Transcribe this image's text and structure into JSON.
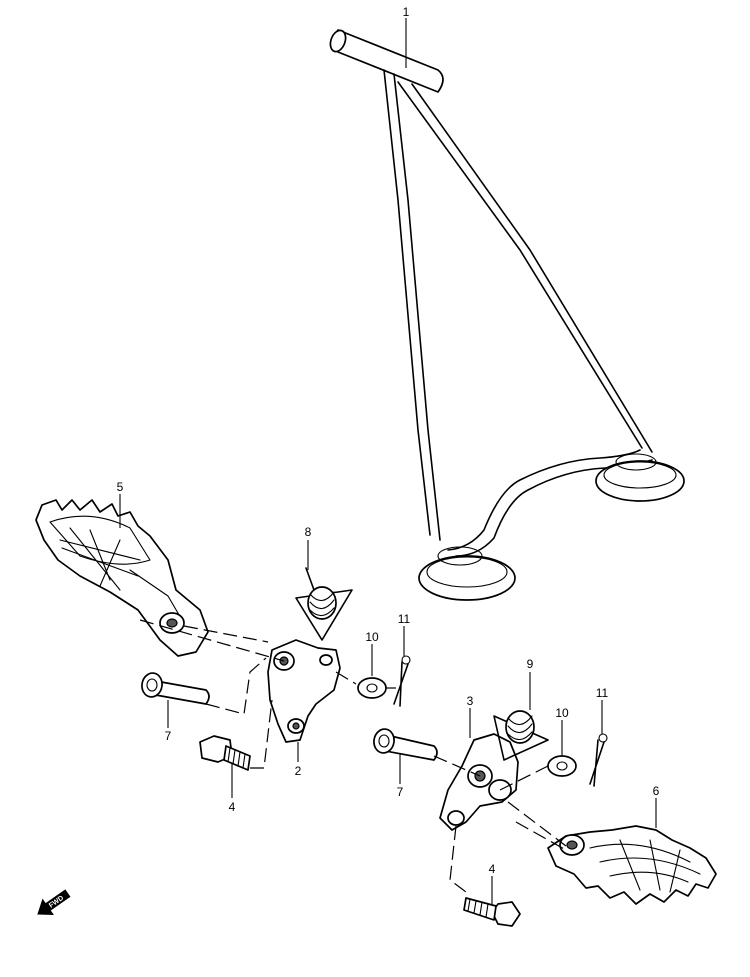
{
  "callouts": {
    "c1": "1",
    "c2": "2",
    "c3": "3",
    "c4a": "4",
    "c4b": "4",
    "c5": "5",
    "c6": "6",
    "c7a": "7",
    "c7b": "7",
    "c8": "8",
    "c9": "9",
    "c10a": "10",
    "c10b": "10",
    "c11a": "11",
    "c11b": "11"
  },
  "fwd_arrow": {
    "label": "FWD"
  },
  "colors": {
    "line": "#000000",
    "background": "#ffffff"
  }
}
